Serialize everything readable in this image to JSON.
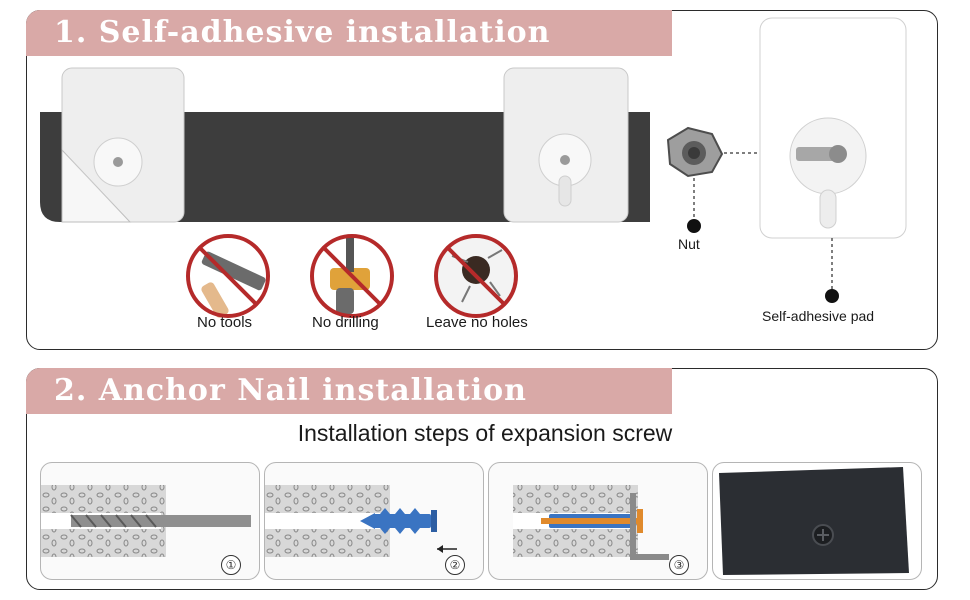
{
  "section1": {
    "title": "1. Self-adhesive installation",
    "features": [
      "No tools",
      "No drilling",
      "Leave no holes"
    ],
    "callouts": {
      "nut": "Nut",
      "pad": "Self-adhesive pad"
    }
  },
  "section2": {
    "title": "2. Anchor Nail installation",
    "subtitle": "Installation steps of expansion screw",
    "steps": [
      "①",
      "②",
      "③"
    ]
  },
  "colors": {
    "banner": "#d9a9a7",
    "board": "#3d3d3d",
    "warning_red": "#b52a2a",
    "anchor_blue": "#3a74c2"
  }
}
